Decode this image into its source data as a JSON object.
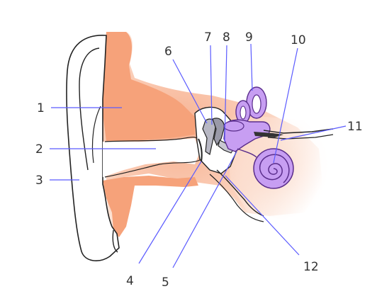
{
  "labels": [
    "1",
    "2",
    "3",
    "4",
    "5",
    "6",
    "7",
    "8",
    "9",
    "10",
    "11",
    "12"
  ],
  "colors": {
    "skin": "#f6a27a",
    "skin_light": "#fbd9c4",
    "skin_fade": "#fdece2",
    "outline": "#222222",
    "inner_ear": "#c79ef2",
    "inner_ear_dark": "#5a2d8c",
    "ossicles": "#b8b8c4",
    "leader": "#5b5bff",
    "text": "#333333"
  }
}
